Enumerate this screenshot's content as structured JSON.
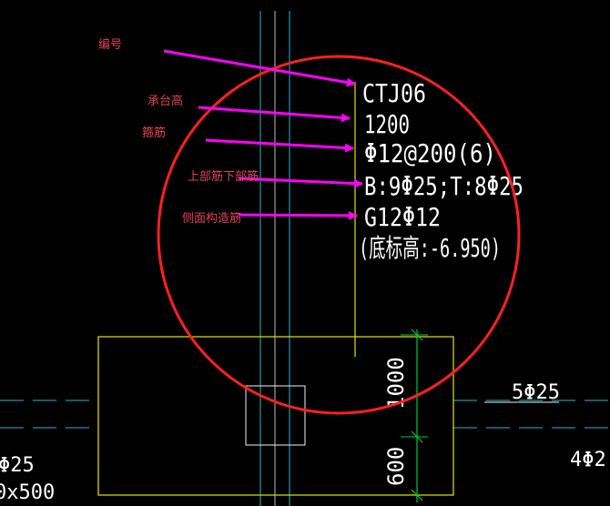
{
  "colors": {
    "background": "#000000",
    "annotation_text": "#e0415a",
    "arrow": "#ff00ff",
    "ellipse": "#ff2020",
    "beam_outline": "#e6e600",
    "dim_line": "#00cc33",
    "axis_cyan": "#2ab7c9",
    "drawing_text": "#ffffff"
  },
  "annotations": {
    "number_label": "编号",
    "cap_height_label": "承台高",
    "stirrup_label": "箍筋",
    "top_bottom_label": "上部筋下部筋",
    "side_bar_label": "侧面构造筋"
  },
  "beam_spec": {
    "code": "CTJ06",
    "height": "1200",
    "stirrup": "Φ12@200(6)",
    "top_bottom_bars": "B:9Φ25;T:8Φ25",
    "side_bars": "G12Φ12",
    "bottom_elevation": "(底标高:-6.950)"
  },
  "dimensions": {
    "upper": "1000",
    "lower": "600"
  },
  "side_labels": {
    "right_top": "5Φ25",
    "right_bottom": "4Φ2",
    "left_top": "Φ25",
    "left_bottom": "0x500"
  }
}
